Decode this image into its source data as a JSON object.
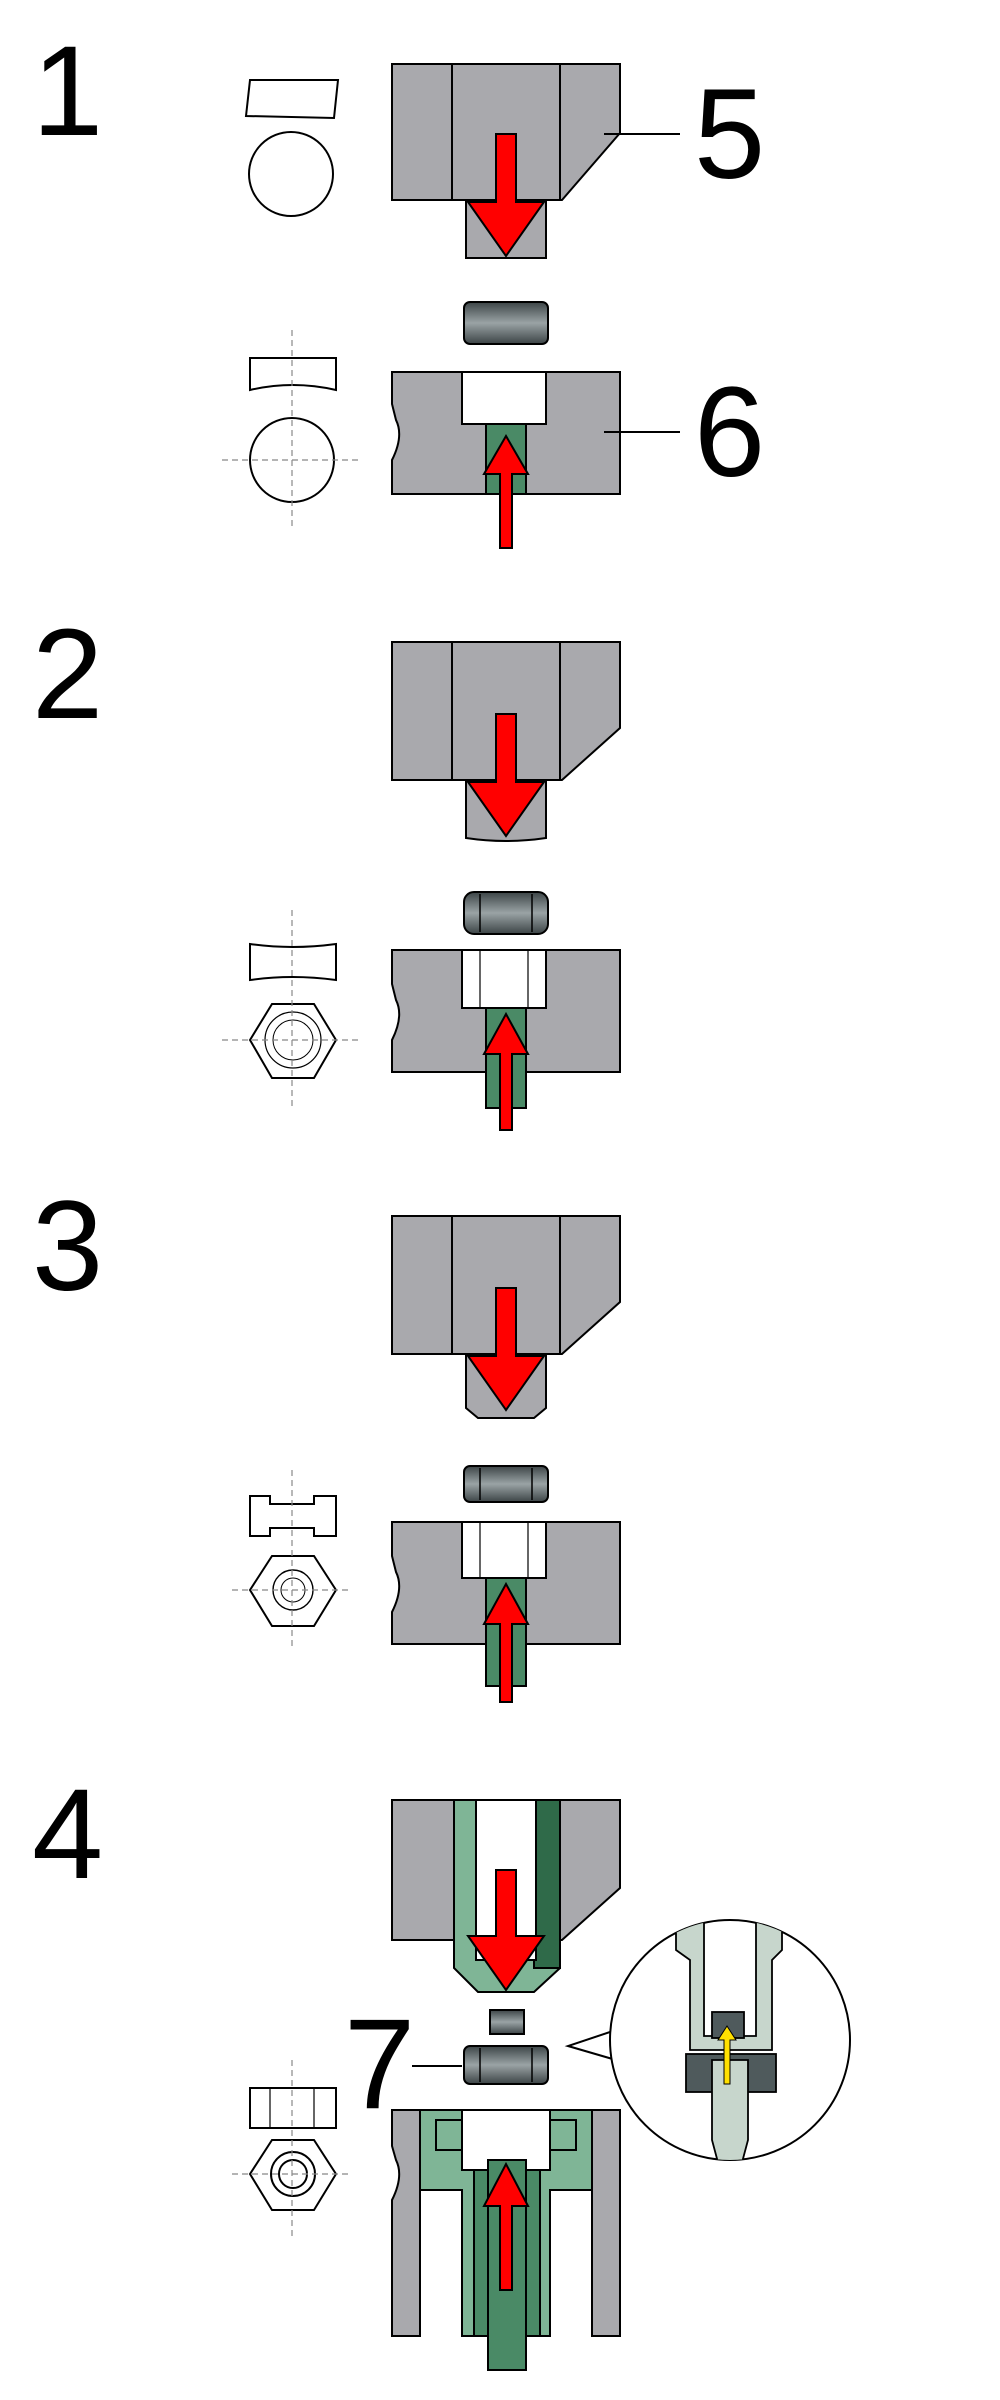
{
  "steps": [
    {
      "number": "1"
    },
    {
      "number": "2"
    },
    {
      "number": "3"
    },
    {
      "number": "4"
    }
  ],
  "callouts": {
    "die_upper": "5",
    "die_lower": "6",
    "part": "7"
  },
  "colors": {
    "die_gray": "#a9a9ad",
    "tool_green": "#4a8a66",
    "tool_green_light": "#7fb596",
    "tool_green_dark": "#2f6a49",
    "nut_dark": "#5a6466",
    "arrow_red": "#ff0000",
    "arrow_yellow": "#ffe000"
  }
}
